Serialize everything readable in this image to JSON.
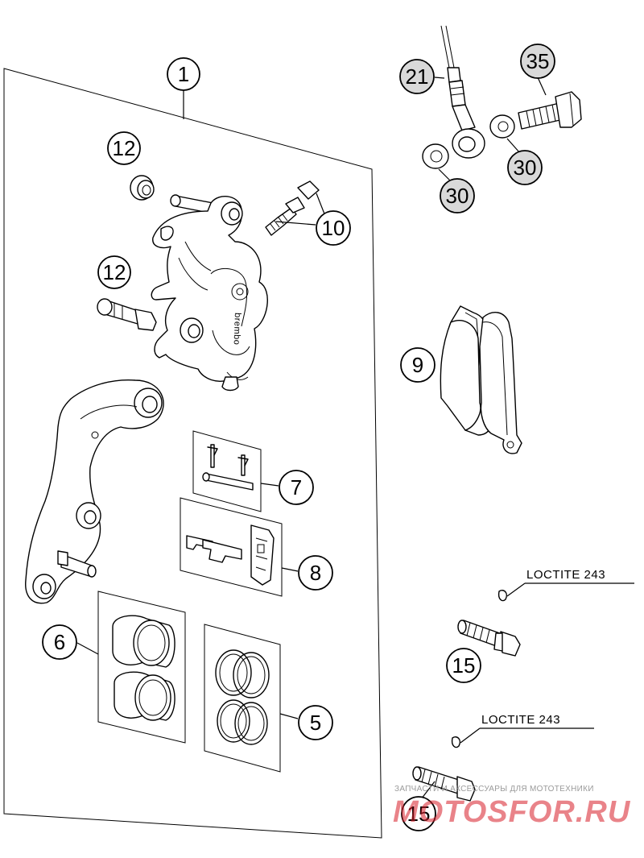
{
  "callouts": [
    {
      "id": "c1",
      "label": "1"
    },
    {
      "id": "c12a",
      "label": "12"
    },
    {
      "id": "c10",
      "label": "10"
    },
    {
      "id": "c12b",
      "label": "12"
    },
    {
      "id": "c7",
      "label": "7"
    },
    {
      "id": "c8",
      "label": "8"
    },
    {
      "id": "c6",
      "label": "6"
    },
    {
      "id": "c5",
      "label": "5"
    },
    {
      "id": "c21",
      "label": "21"
    },
    {
      "id": "c35",
      "label": "35"
    },
    {
      "id": "c30a",
      "label": "30"
    },
    {
      "id": "c30b",
      "label": "30"
    },
    {
      "id": "c9",
      "label": "9"
    },
    {
      "id": "c15a",
      "label": "15"
    },
    {
      "id": "c15b",
      "label": "15"
    }
  ],
  "notes": [
    {
      "id": "n1",
      "text": "LOCTITE 243"
    },
    {
      "id": "n2",
      "text": "LOCTITE 243"
    }
  ],
  "caliper_logo_text": "brembo",
  "watermark": {
    "tagline": "ЗАПЧАСТИ И АКСЕССУАРЫ ДЛЯ МОТОТЕХНИКИ",
    "brand": "MOTOSFOR.RU"
  }
}
